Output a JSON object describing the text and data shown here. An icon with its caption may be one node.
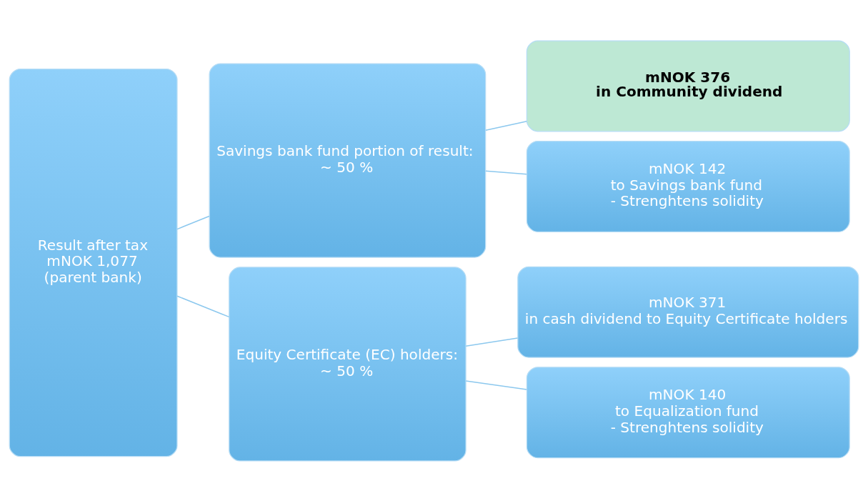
{
  "diagram": {
    "nodes": [
      {
        "text": [
          "Result after tax",
          "mNOK 1,077",
          "(parent bank)"
        ]
      },
      {
        "text": [
          "Savings bank fund portion of result:",
          "~ 50 %"
        ]
      },
      {
        "text": [
          "Equity Certificate (EC) holders:",
          "~ 50 %"
        ]
      },
      {
        "text": [
          "mNOK 376",
          "in Community dividend"
        ]
      },
      {
        "text": [
          "mNOK 142",
          "to Savings bank fund",
          "- Strenghtens solidity"
        ]
      },
      {
        "text": [
          "mNOK 371",
          "in cash dividend to Equity Certificate holders"
        ]
      },
      {
        "text": [
          "mNOK 140",
          "to Equalization fund",
          "- Strenghtens solidity"
        ]
      }
    ],
    "edges": [
      {
        "from": 0,
        "to": 1,
        "arrow": "none"
      },
      {
        "from": 0,
        "to": 2,
        "arrow": "none"
      },
      {
        "from": 1,
        "to": 3,
        "arrow": "none"
      },
      {
        "from": 1,
        "to": 4,
        "arrow": "none"
      },
      {
        "from": 2,
        "to": 5,
        "arrow": "none"
      },
      {
        "from": 2,
        "to": 6,
        "arrow": "none"
      }
    ]
  }
}
